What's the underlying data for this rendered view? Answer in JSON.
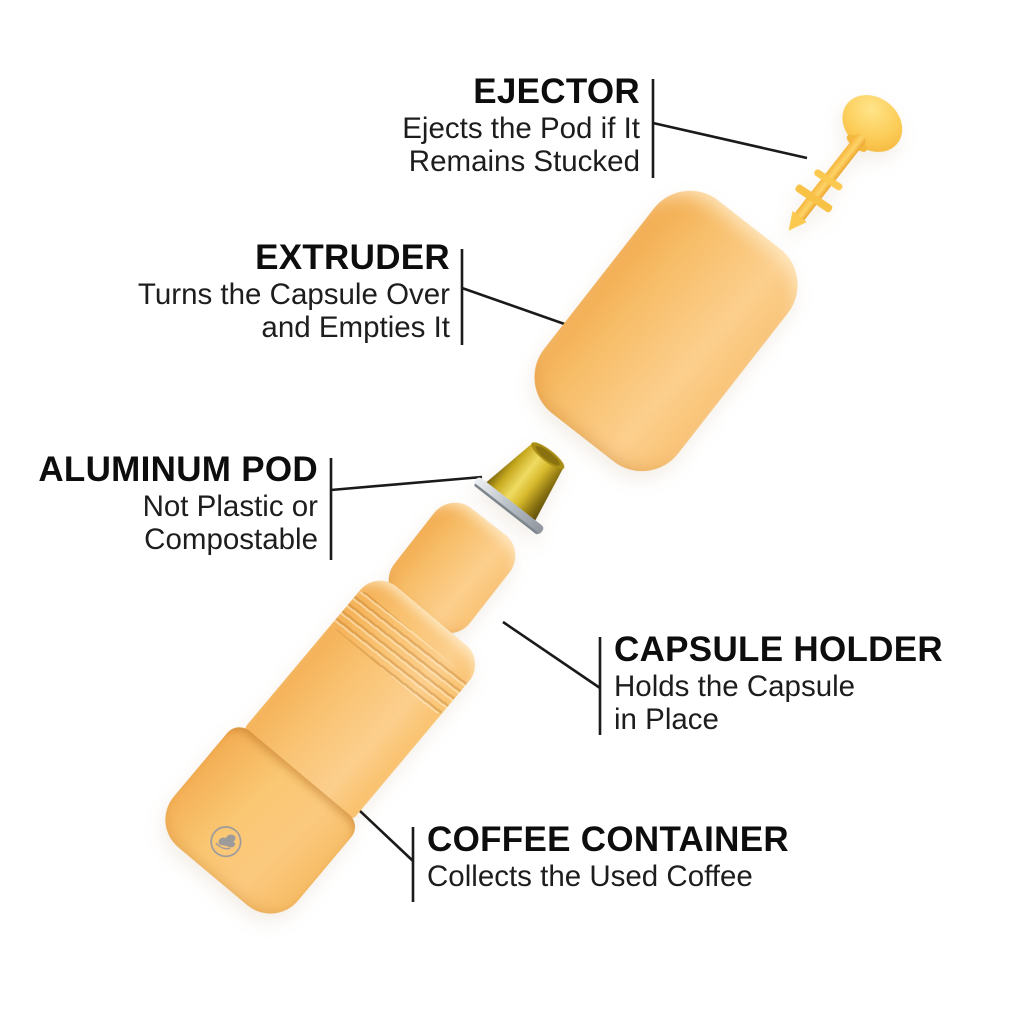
{
  "canvas": {
    "background": "#FFFFFF"
  },
  "colors": {
    "line": "#1A1A1A",
    "text": "#161616",
    "part_orange": "#F9C271",
    "part_orange_light": "#FCCF8D",
    "part_orange_dark": "#F2AB4E",
    "pin_yellow": "#FBCB55",
    "pod_gold": "#C9AB22",
    "pod_rim_silver": "#C6CBD1",
    "logo_gray": "#8D93A3"
  },
  "labels": {
    "ejector": {
      "title": "EJECTOR",
      "line1": "Ejects the Pod if It",
      "line2": "Remains Stucked"
    },
    "extruder": {
      "title": "EXTRUDER",
      "line1": "Turns the Capsule Over",
      "line2": "and Empties It"
    },
    "aluminum_pod": {
      "title": "ALUMINUM POD",
      "line1": "Not Plastic or",
      "line2": "Compostable"
    },
    "capsule_holder": {
      "title": "CAPSULE HOLDER",
      "line1": "Holds the Capsule",
      "line2": "in Place"
    },
    "coffee_container": {
      "title": "COFFEE CONTAINER",
      "line1": "Collects the Used Coffee"
    }
  }
}
